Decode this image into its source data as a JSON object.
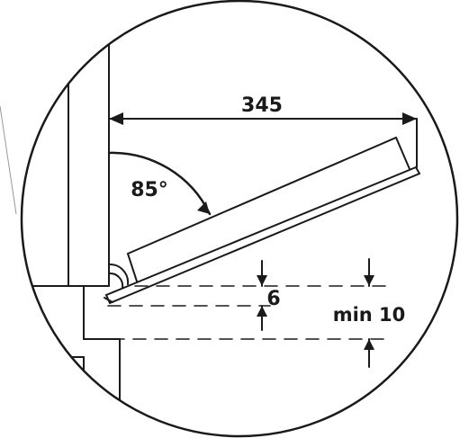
{
  "labels": {
    "width": "345",
    "angle": "85°",
    "gap": "6",
    "clearance": "min 10"
  },
  "colors": {
    "ink": "#1a1a1a",
    "background": "#ffffff",
    "leader": "#9a9a9a"
  }
}
